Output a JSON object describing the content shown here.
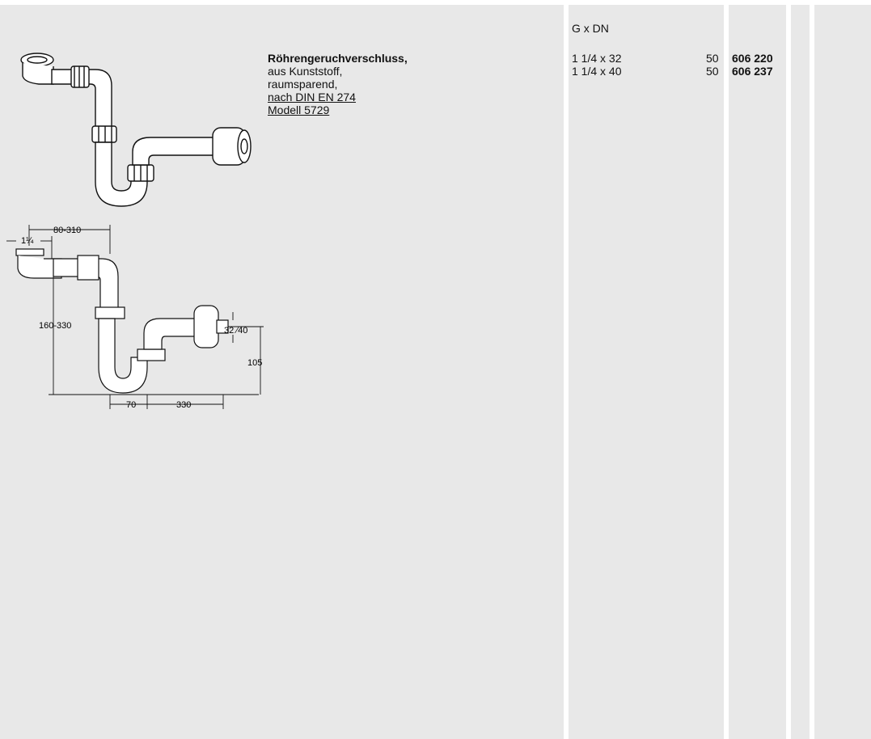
{
  "product": {
    "title": "Röhrengeruchverschluss,",
    "line1": "aus Kunststoff,",
    "line2": "raumsparend,",
    "norm": "nach DIN EN 274",
    "model": "Modell 5729"
  },
  "table": {
    "header": "G x DN",
    "rows": [
      {
        "size": "1 1/4 x 32",
        "qty": "50",
        "article": "606 220"
      },
      {
        "size": "1 1/4 x 40",
        "qty": "50",
        "article": "606 237"
      }
    ]
  },
  "drawing": {
    "dim_top": "80-310",
    "dim_thread": "1¼",
    "dim_height": "160-330",
    "dim_diam": "32 ⁄40",
    "dim_drop": "105",
    "dim_bottom_left": "70",
    "dim_bottom_right": "330"
  }
}
